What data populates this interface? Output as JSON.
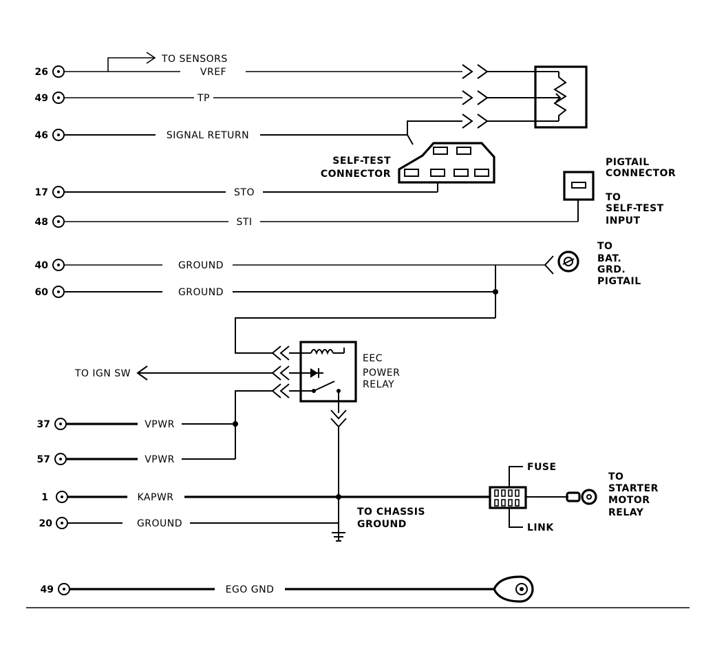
{
  "pins": [
    {
      "id": "p26",
      "number": "26",
      "label": "VREF"
    },
    {
      "id": "p49a",
      "number": "49",
      "label": "TP"
    },
    {
      "id": "p46",
      "number": "46",
      "label": "SIGNAL RETURN"
    },
    {
      "id": "p17",
      "number": "17",
      "label": "STO"
    },
    {
      "id": "p48",
      "number": "48",
      "label": "STI"
    },
    {
      "id": "p40",
      "number": "40",
      "label": "GROUND"
    },
    {
      "id": "p60",
      "number": "60",
      "label": "GROUND"
    },
    {
      "id": "p37",
      "number": "37",
      "label": "VPWR"
    },
    {
      "id": "p57",
      "number": "57",
      "label": "VPWR"
    },
    {
      "id": "p1",
      "number": "1",
      "label": "KAPWR"
    },
    {
      "id": "p20",
      "number": "20",
      "label": "GROUND"
    },
    {
      "id": "p49b",
      "number": "49",
      "label": "EGO GND"
    }
  ],
  "labels": {
    "to_sensors": "TO SENSORS",
    "self_test_1": "SELF-TEST",
    "self_test_2": "CONNECTOR",
    "pigtail_1": "PIGTAIL",
    "pigtail_2": "CONNECTOR",
    "self_test_input_1": "TO",
    "self_test_input_2": "SELF-TEST",
    "self_test_input_3": "INPUT",
    "bat_grd_1": "TO",
    "bat_grd_2": "BAT.",
    "bat_grd_3": "GRD.",
    "bat_grd_4": "PIGTAIL",
    "ign_sw": "TO IGN  SW",
    "eec_1": "EEC",
    "eec_2": "POWER",
    "eec_3": "RELAY",
    "chassis_1": "TO CHASSIS",
    "chassis_2": "GROUND",
    "fuse": "FUSE",
    "link": "LINK",
    "starter_1": "TO",
    "starter_2": "STARTER",
    "starter_3": "MOTOR",
    "starter_4": "RELAY"
  }
}
